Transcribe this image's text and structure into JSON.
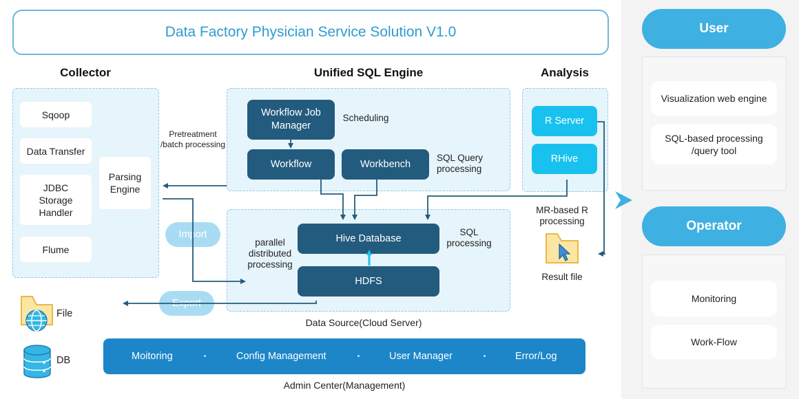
{
  "title": "Data Factory Physician Service Solution V1.0",
  "sections": {
    "collector": "Collector",
    "sql_engine": "Unified SQL Engine",
    "analysis": "Analysis"
  },
  "collector": {
    "items": [
      "Sqoop",
      "Data Transfer",
      "JDBC Storage Handler",
      "Flume"
    ],
    "parsing_engine": "Parsing Engine"
  },
  "engine": {
    "workflow_job_manager": "Workflow Job Manager",
    "scheduling": "Scheduling",
    "workflow": "Workflow",
    "workbench": "Workbench",
    "sql_query_processing": "SQL Query processing",
    "pretreatment": "Pretreatment /batch processing"
  },
  "analysis": {
    "r_server": "R Server",
    "rhive": "RHive",
    "mr_based": "MR-based R processing",
    "result_file": "Result file"
  },
  "datasource": {
    "hive": "Hive Database",
    "hdfs": "HDFS",
    "parallel": "parallel distributed processing",
    "sql_processing": "SQL processing",
    "caption": "Data Source(Cloud Server)"
  },
  "flows": {
    "import": "Import",
    "export": "Export"
  },
  "storage": {
    "file": "File",
    "db": "DB"
  },
  "admin": {
    "items": [
      "Moitoring",
      "Config Management",
      "User Manager",
      "Error/Log"
    ],
    "caption": "Admin Center(Management)"
  },
  "user": {
    "header": "User",
    "items": [
      "Visualization web engine",
      "SQL-based processing /query tool"
    ]
  },
  "operator": {
    "header": "Operator",
    "items": [
      "Monitoring",
      "Work-Flow"
    ]
  },
  "colors": {
    "dark_box": "#235b7e",
    "cyan_box": "#19c2ee",
    "pill_blue": "#3fb0e2",
    "admin_bar": "#1c86c8"
  }
}
